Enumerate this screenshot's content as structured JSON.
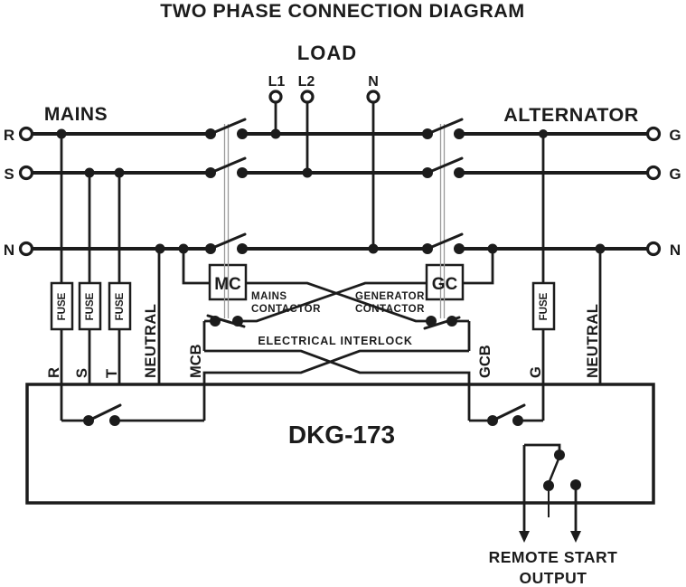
{
  "diagram": {
    "title": "TWO PHASE CONNECTION DIAGRAM",
    "load": {
      "label": "LOAD",
      "terminals": [
        "L1",
        "L2",
        "N"
      ]
    },
    "mains": {
      "label": "MAINS",
      "terminals": [
        "R",
        "S",
        "N"
      ]
    },
    "alternator": {
      "label": "ALTERNATOR",
      "terminals": [
        "G",
        "G",
        "N"
      ]
    },
    "mains_contactor": {
      "code": "MC",
      "line1": "MAINS",
      "line2": "CONTACTOR"
    },
    "generator_contactor": {
      "code": "GC",
      "line1": "GENERATOR",
      "line2": "CONTACTOR"
    },
    "interlock_label": "ELECTRICAL INTERLOCK",
    "fuse_label": "FUSE",
    "controller": {
      "model": "DKG-173",
      "terminals": {
        "r": "R",
        "s": "S",
        "t": "T",
        "neutral_mains": "NEUTRAL",
        "mcb": "MCB",
        "gcb": "GCB",
        "g": "G",
        "neutral_gen": "NEUTRAL"
      },
      "remote_start": {
        "line1": "REMOTE START",
        "line2": "OUTPUT"
      }
    },
    "colors": {
      "ink": "#1c1c1c",
      "background": "#ffffff",
      "linkage": "#9a9a9a"
    }
  }
}
